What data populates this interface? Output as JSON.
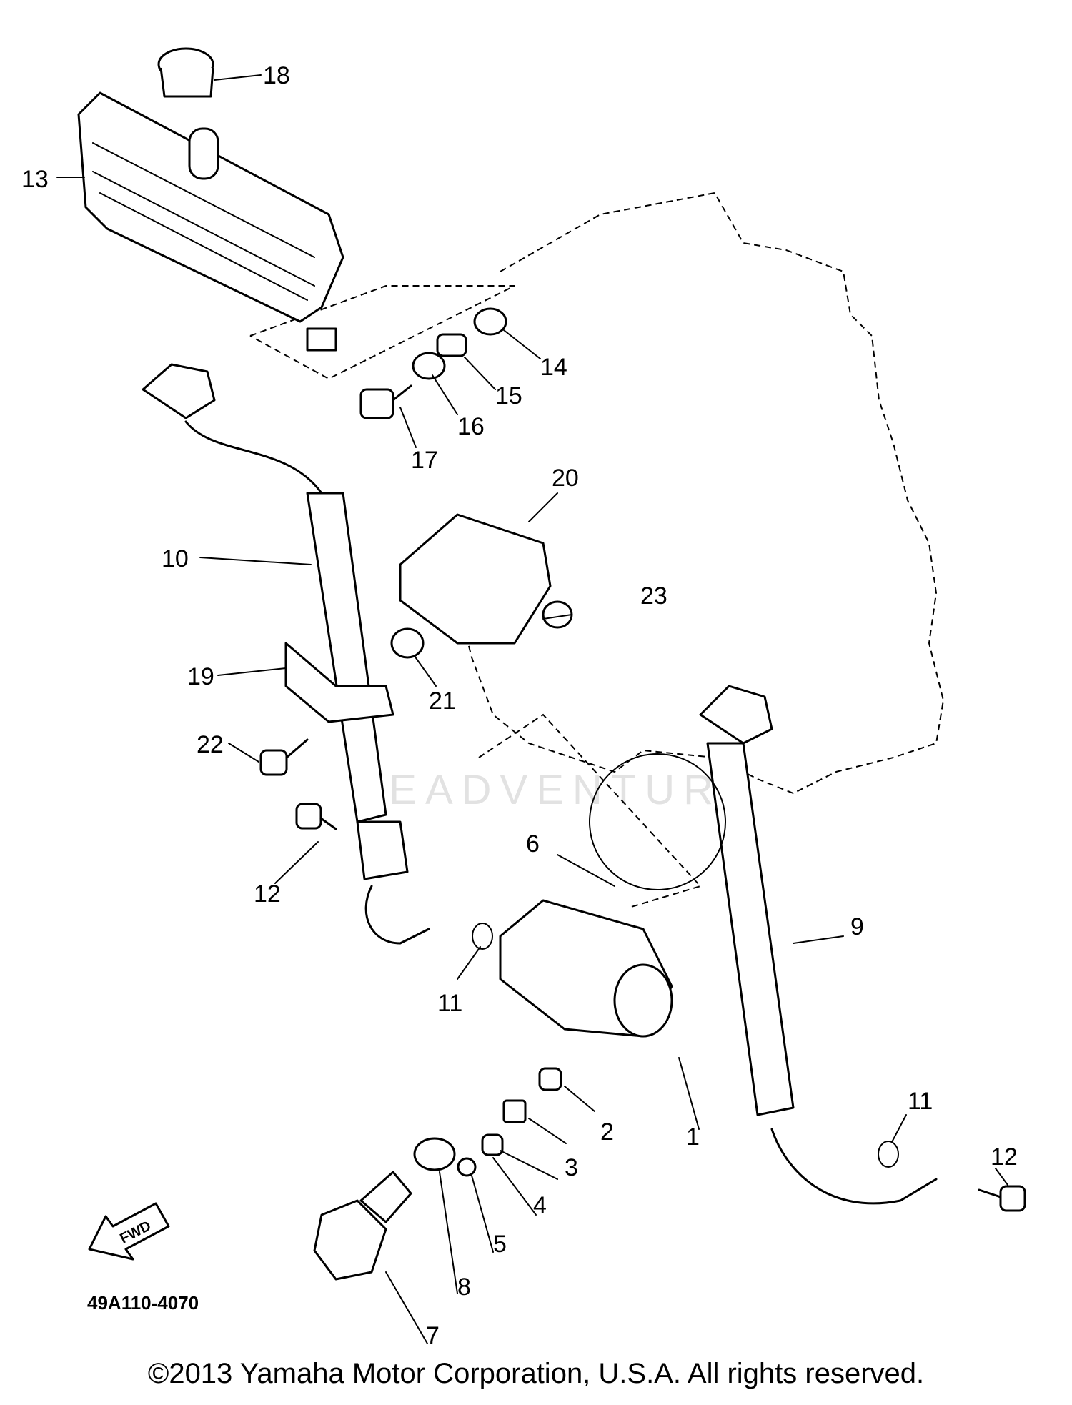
{
  "diagram": {
    "part_code": "49A110-4070",
    "watermark": "LEADVENTURE",
    "fwd_label": "FWD",
    "callouts": [
      "1",
      "2",
      "3",
      "4",
      "5",
      "6",
      "7",
      "8",
      "9",
      "10",
      "11",
      "11",
      "12",
      "12",
      "13",
      "14",
      "15",
      "16",
      "17",
      "18",
      "19",
      "20",
      "21",
      "22",
      "23"
    ]
  },
  "footer": {
    "copyright": "©2013 Yamaha Motor Corporation, U.S.A. All rights reserved."
  }
}
